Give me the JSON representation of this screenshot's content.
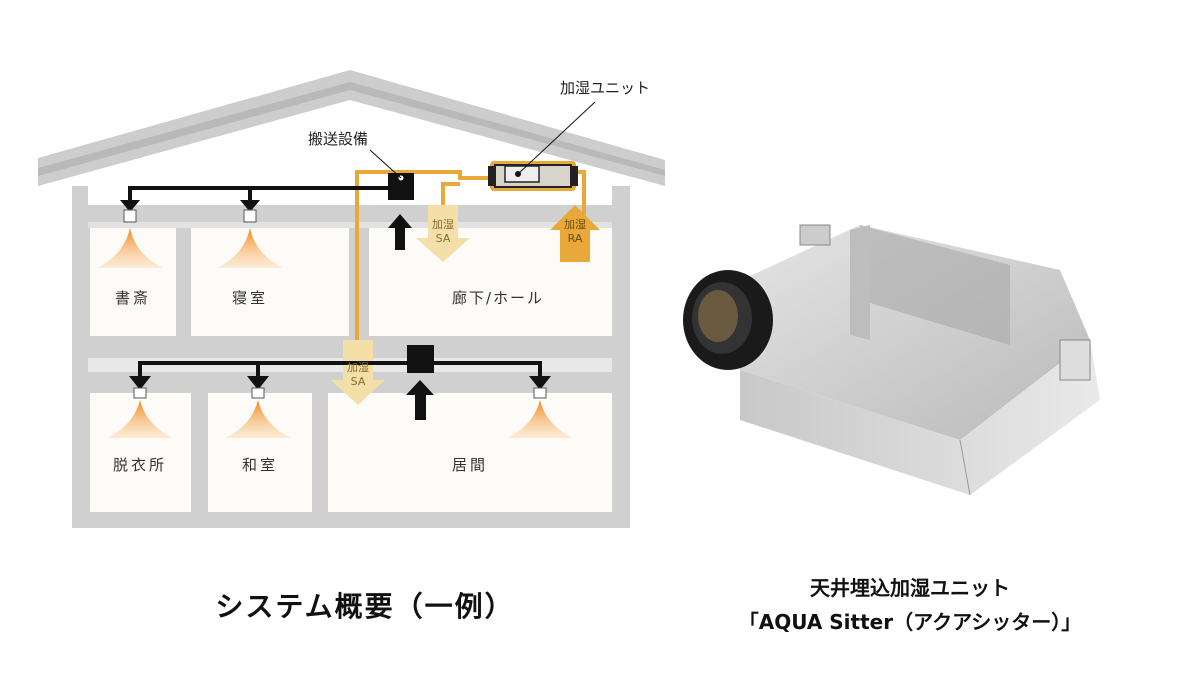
{
  "diagram": {
    "labels": {
      "humidifier_unit": "加湿ユニット",
      "transport_equipment": "搬送設備",
      "sa_top_1": "加湿",
      "sa_top_2": "SA",
      "ra_1": "加湿",
      "ra_2": "RA",
      "sa_mid_1": "加湿",
      "sa_mid_2": "SA"
    },
    "rooms": {
      "study": "書斎",
      "bedroom": "寝室",
      "hall": "廊下/ホール",
      "dressing": "脱衣所",
      "japanese_room": "和室",
      "living": "居間"
    },
    "colors": {
      "duct_orange": "#e8a93a",
      "pale_arrow": "#f5dfa8",
      "wall": "#cfcfcf",
      "cone": "#f39a3c"
    }
  },
  "captions": {
    "left": "システム概要（一例）",
    "right_line1": "天井埋込加湿ユニット",
    "right_line2": "「AQUA Sitter（アクアシッター）」"
  }
}
